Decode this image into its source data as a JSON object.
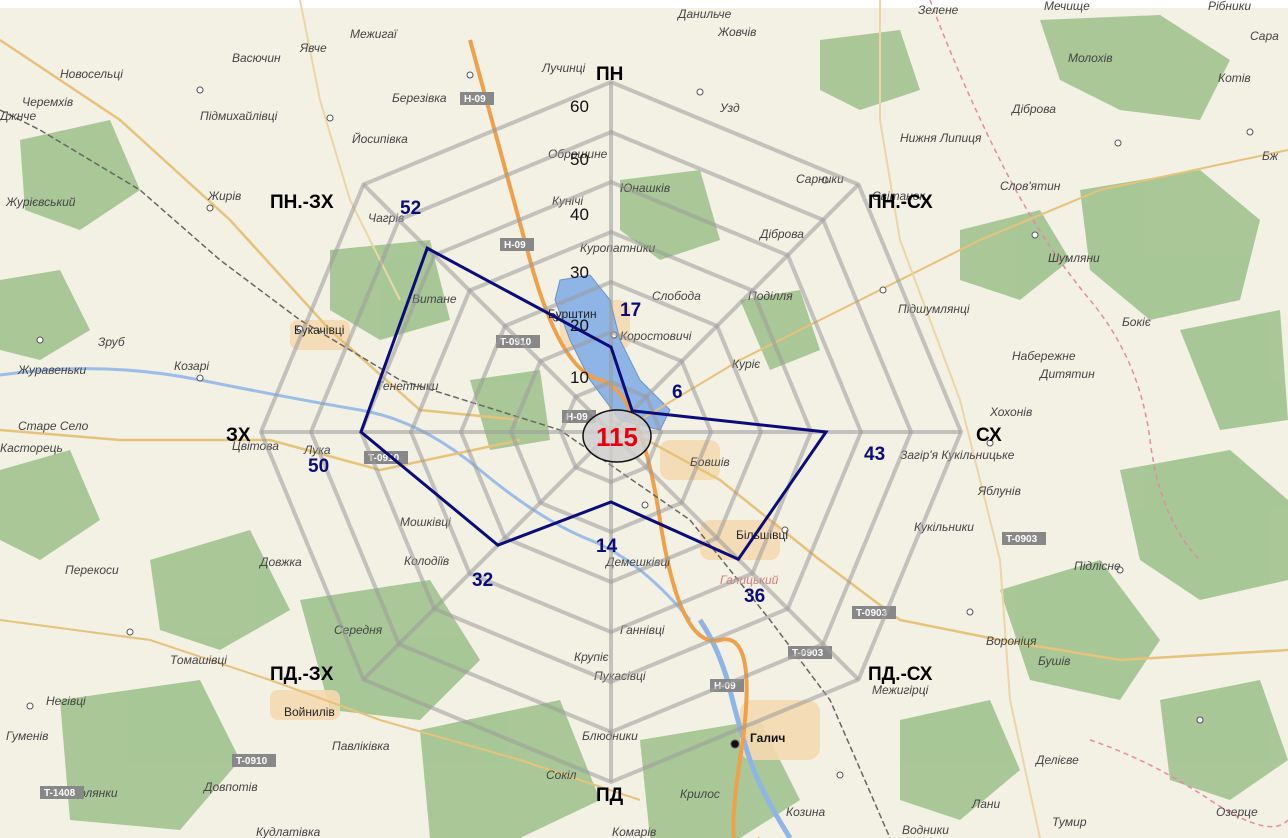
{
  "radar": {
    "center_value": "115",
    "scale_ticks": [
      "10",
      "20",
      "30",
      "40",
      "50",
      "60"
    ],
    "scale_max": 60,
    "directions": [
      {
        "label": "ПН",
        "value": 17
      },
      {
        "label": "ПН.-СХ",
        "value": 6
      },
      {
        "label": "СХ",
        "value": 43
      },
      {
        "label": "ПД.-СХ",
        "value": 36
      },
      {
        "label": "ПД",
        "value": 14
      },
      {
        "label": "ПД.-ЗХ",
        "value": 32
      },
      {
        "label": "ЗХ",
        "value": 50
      },
      {
        "label": "ПН.-ЗХ",
        "value": 52
      }
    ],
    "polygon_color": "#0b0b7a",
    "grid_color": "#9a9a9a",
    "center_text_color": "#e8000d"
  },
  "places": [
    {
      "name": "Данильче"
    },
    {
      "name": "Жовчів"
    },
    {
      "name": "Межигаї"
    },
    {
      "name": "Явче"
    },
    {
      "name": "Васючин"
    },
    {
      "name": "Новосельці"
    },
    {
      "name": "Черемхів"
    },
    {
      "name": "Березівка"
    },
    {
      "name": "Лучинці"
    },
    {
      "name": "Узд"
    },
    {
      "name": "Підмихайлівці"
    },
    {
      "name": "Йосипівка"
    },
    {
      "name": "Нижня Липиця"
    },
    {
      "name": "Діброва"
    },
    {
      "name": "Молохів"
    },
    {
      "name": "Котів"
    },
    {
      "name": "Оброшине"
    },
    {
      "name": "Сарники"
    },
    {
      "name": "Жирів"
    },
    {
      "name": "Кунічі"
    },
    {
      "name": "Юнашків"
    },
    {
      "name": "Слов'ятин"
    },
    {
      "name": "Світанок"
    },
    {
      "name": "Чагрів"
    },
    {
      "name": "Діброва"
    },
    {
      "name": "Куропатники"
    },
    {
      "name": "Шумляни"
    },
    {
      "name": "Витане"
    },
    {
      "name": "Слобода"
    },
    {
      "name": "Поділля"
    },
    {
      "name": "Бурштин"
    },
    {
      "name": "Підшумлянці"
    },
    {
      "name": "Букачівці"
    },
    {
      "name": "Коростовичі"
    },
    {
      "name": "Бокіє"
    },
    {
      "name": "Зруб"
    },
    {
      "name": "Журавеньки"
    },
    {
      "name": "Козарі"
    },
    {
      "name": "Набережне"
    },
    {
      "name": "Куріє"
    },
    {
      "name": "Тенетники"
    },
    {
      "name": "Дитятин"
    },
    {
      "name": "Хохонів"
    },
    {
      "name": "Старе Село"
    },
    {
      "name": "Цвітова"
    },
    {
      "name": "Загір'я Кукільницьке"
    },
    {
      "name": "Бовшів"
    },
    {
      "name": "Яблунів"
    },
    {
      "name": "Кукільники"
    },
    {
      "name": "Мошківці"
    },
    {
      "name": "Більшівці"
    },
    {
      "name": "Довжка"
    },
    {
      "name": "Колодіїв"
    },
    {
      "name": "Демешківці"
    },
    {
      "name": "Галицький"
    },
    {
      "name": "Перекоси"
    },
    {
      "name": "Підлісне"
    },
    {
      "name": "Середня"
    },
    {
      "name": "Ганнівці"
    },
    {
      "name": "Вороніця"
    },
    {
      "name": "Томашівці"
    },
    {
      "name": "Крупіє"
    },
    {
      "name": "Бушів"
    },
    {
      "name": "Пукасівці"
    },
    {
      "name": "Межигірці"
    },
    {
      "name": "Войнилів"
    },
    {
      "name": "Негівці"
    },
    {
      "name": "Гуменів"
    },
    {
      "name": "Павліківка"
    },
    {
      "name": "Блюдники"
    },
    {
      "name": "Галич"
    },
    {
      "name": "Делієве"
    },
    {
      "name": "Сокіл"
    },
    {
      "name": "Колянки"
    },
    {
      "name": "Довпотів"
    },
    {
      "name": "Крилос"
    },
    {
      "name": "Козина"
    },
    {
      "name": "Лани"
    },
    {
      "name": "Тумир"
    },
    {
      "name": "Озерце"
    },
    {
      "name": "Кудлатівка"
    },
    {
      "name": "Комарів"
    },
    {
      "name": "Водники"
    },
    {
      "name": "Зелене"
    },
    {
      "name": "Мечище"
    },
    {
      "name": "Рібники"
    },
    {
      "name": "Сара"
    },
    {
      "name": "Журієвський"
    },
    {
      "name": "Джнче"
    },
    {
      "name": "Касторець"
    },
    {
      "name": "Лука"
    },
    {
      "name": "Бж"
    }
  ],
  "roads": [
    {
      "name": "H-09"
    },
    {
      "name": "H-09"
    },
    {
      "name": "T-0910"
    },
    {
      "name": "T-0910"
    },
    {
      "name": "H-09"
    },
    {
      "name": "T-0903"
    },
    {
      "name": "T-0903"
    },
    {
      "name": "T-0903"
    },
    {
      "name": "H-09"
    },
    {
      "name": "T-0910"
    },
    {
      "name": "T-1408"
    }
  ]
}
